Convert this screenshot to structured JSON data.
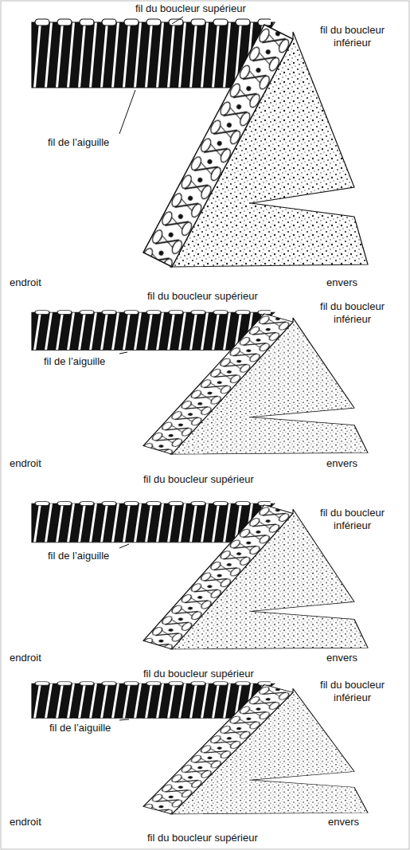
{
  "diagram": {
    "labels": [
      "fil du boucleur supérieur",
      "fil du boucleur inférieur",
      "fil de l’aiguille",
      "endroit",
      "envers",
      "fil du boucleur supérieur",
      "fil du boucleur inférieur",
      "fil de l’aiguille",
      "endroit",
      "envers",
      "fil du boucleur supérieur",
      "fil du boucleur inférieur",
      "fil de l’aiguille",
      "endroit",
      "envers",
      "fil du boucleur supérieur",
      "fil du boucleur inférieur",
      "fil de l’aiguille",
      "endroit",
      "envers",
      "fil du boucleur supérieur"
    ]
  }
}
